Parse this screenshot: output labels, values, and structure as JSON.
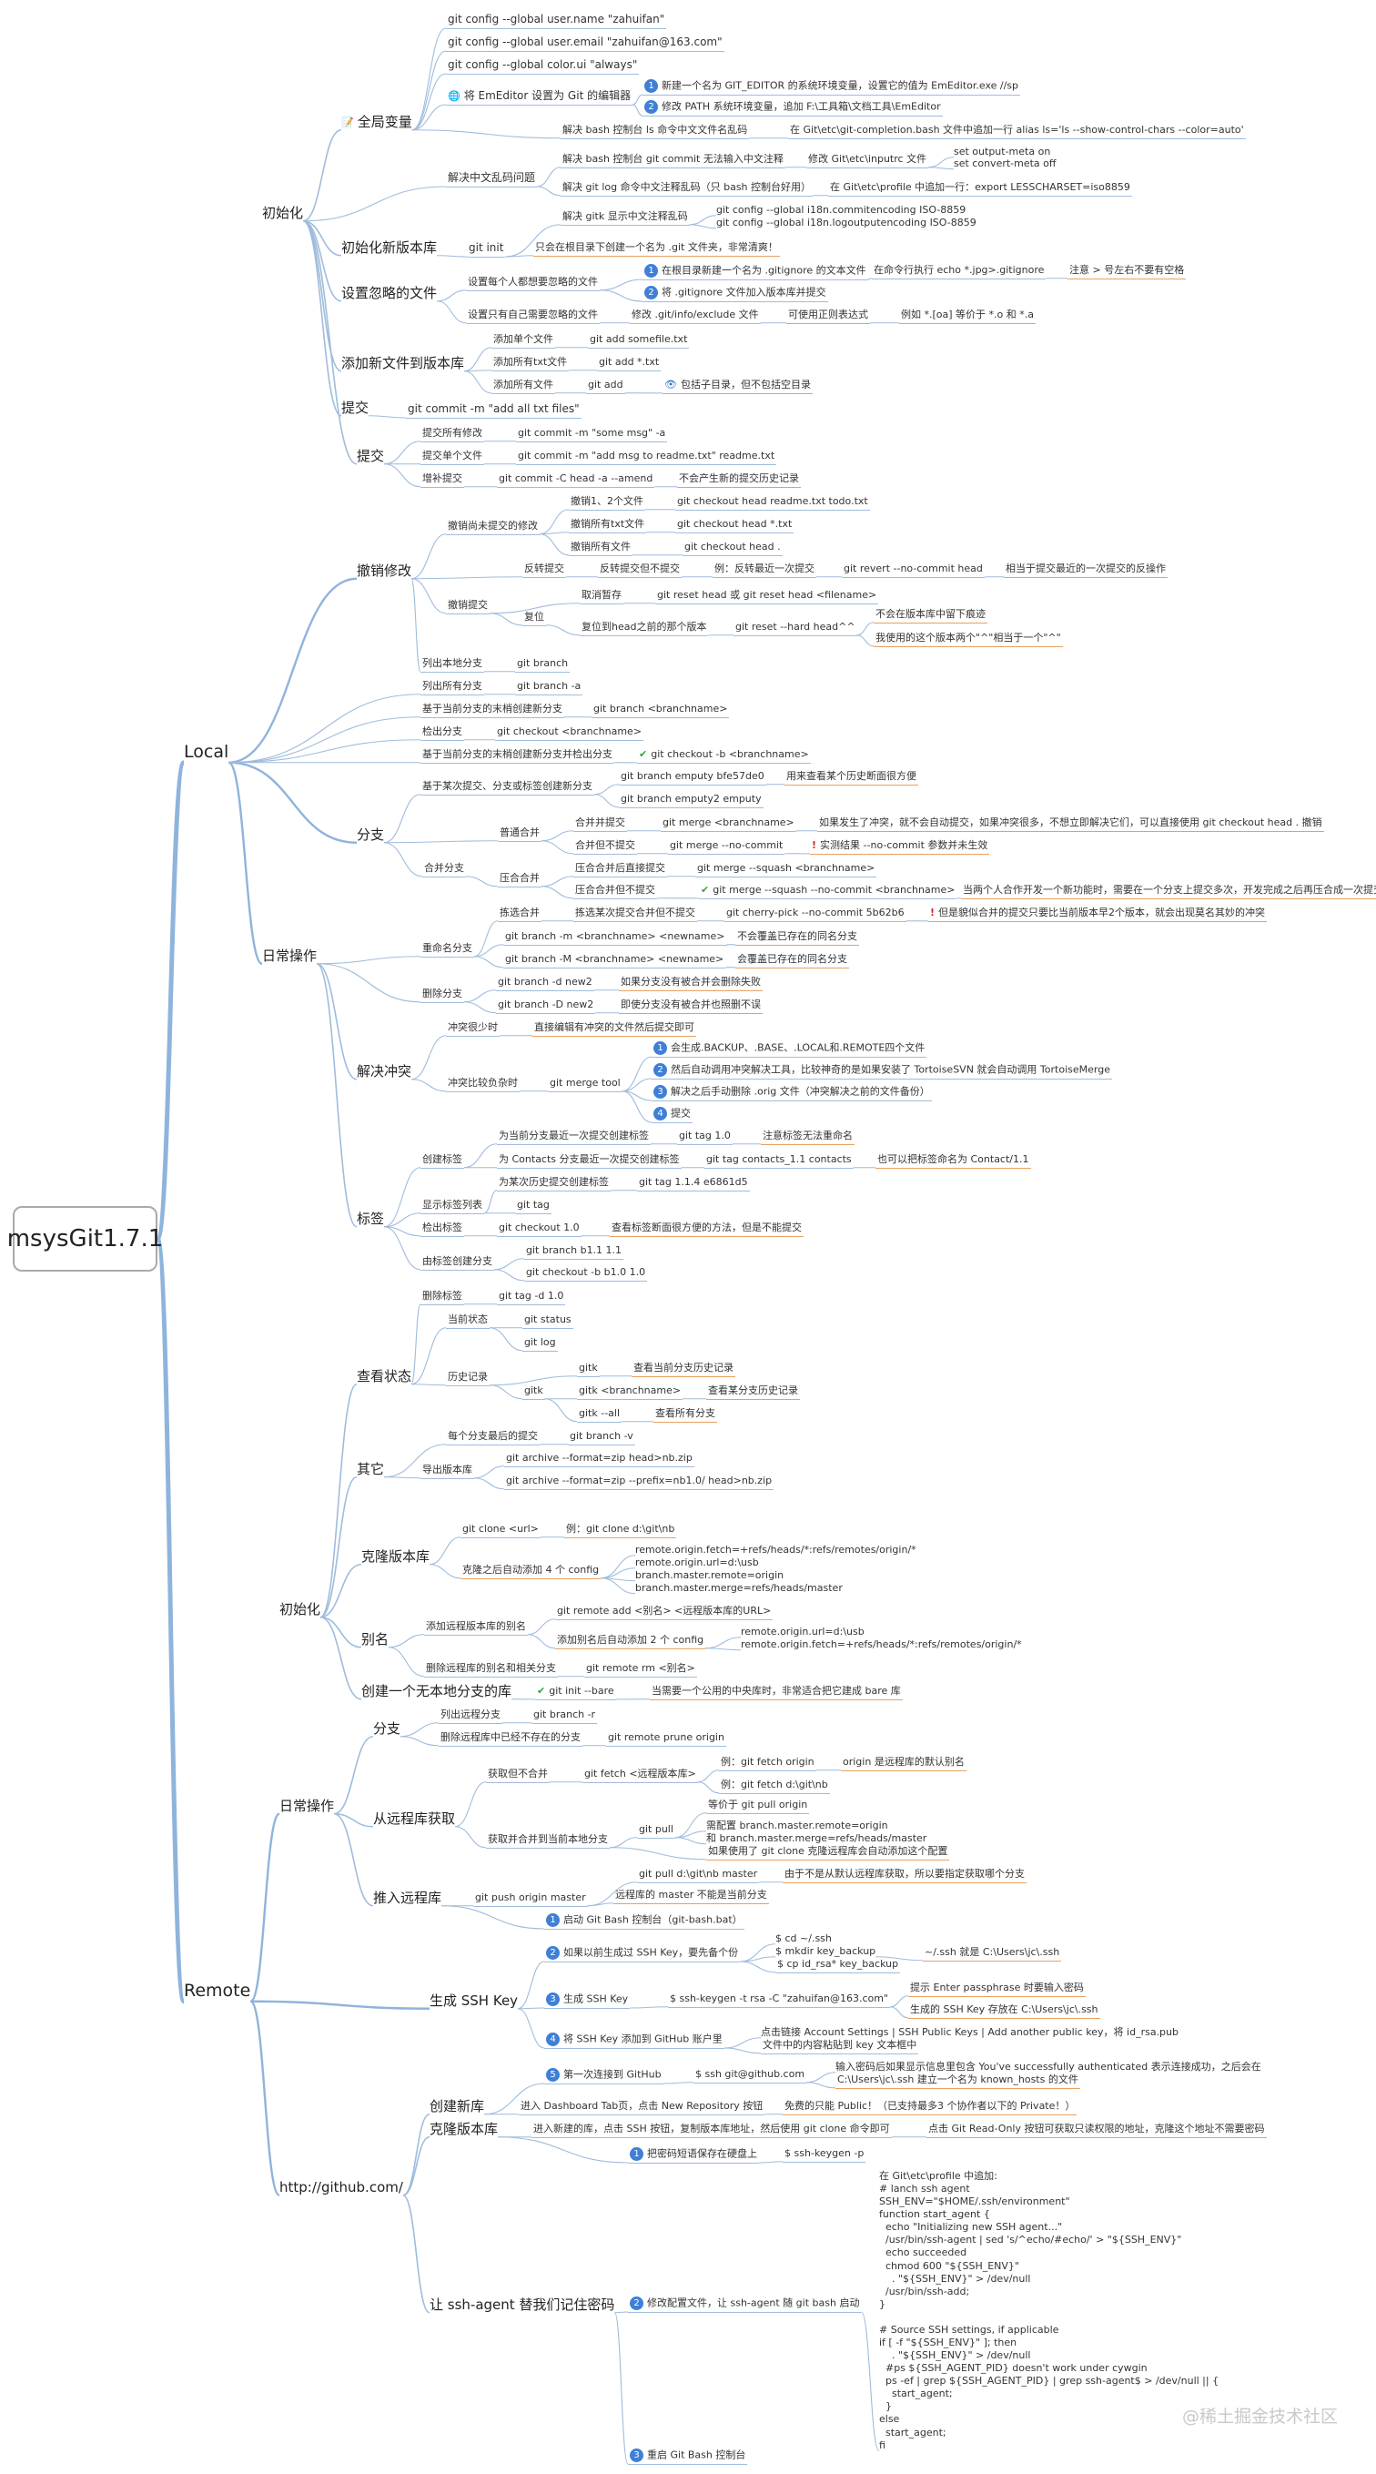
{
  "root": "msysGit1.7.1",
  "top": {
    "local": "Local",
    "remote": "Remote"
  },
  "cat": {
    "init": "初始化",
    "daily": "日常操作",
    "rinit": "初始化",
    "rdaily": "日常操作",
    "github": "http://github.com/"
  },
  "sec": {
    "global": "全局变量",
    "initrepo": "初始化新版本库",
    "ignore": "设置忽略的文件",
    "addfile": "添加新文件到版本库",
    "commit": "提交",
    "dcommit": "提交",
    "undo": "撤销修改",
    "branch": "分支",
    "conflict": "解决冲突",
    "tag": "标签",
    "status": "查看状态",
    "other": "其它",
    "clone": "克隆版本库",
    "alias": "别名",
    "newremote": "创建一个无本地分支的库",
    "rbranch": "分支",
    "fetch": "从远程库获取",
    "push": "推入远程库",
    "sshkey": "生成 SSH Key",
    "newrepo": "创建新库",
    "ghclone": "克隆版本库",
    "sshagent": "让 ssh-agent 替我们记住密码"
  },
  "t": {
    "g1": "git config --global user.name \"zahuifan\"",
    "g2": "git config --global user.email \"zahuifan@163.com\"",
    "g3": "git config --global color.ui \"always\"",
    "g4": "将 EmEditor 设置为 Git 的编辑器",
    "g4a": "新建一个名为 GIT_EDITOR 的系统环境变量，设置它的值为 EmEditor.exe //sp",
    "g4b": "修改 PATH 系统环境变量，追加 F:\\工具箱\\文档工具\\EmEditor",
    "g5": "解决中文乱码问题",
    "g5a": "解决 bash 控制台 ls 命令中文文件名乱码",
    "g5a1": "在 Git\\etc\\git-completion.bash 文件中追加一行 alias ls='ls --show-control-chars --color=auto'",
    "g5b": "解决 bash 控制台 git commit 无法输入中文注释",
    "g5b1": "修改 Git\\etc\\inputrc 文件",
    "g5b2": "set output-meta on",
    "g5b3": "set convert-meta off",
    "g5c": "解决 git log 命令中文注释乱码（只 bash 控制台好用）",
    "g5c1": "在 Git\\etc\\profile 中追加一行：export LESSCHARSET=iso8859",
    "g5d": "解决 gitk 显示中文注释乱码",
    "g5d1": "git config --global i18n.commitencoding ISO-8859",
    "g5d2": "git config --global i18n.logoutputencoding ISO-8859",
    "i1": "git init",
    "i1a": "只会在根目录下创建一个名为 .git 文件夹，非常清爽！",
    "ig1": "设置每个人都想要忽略的文件",
    "ig1a": "在根目录新建一个名为 .gitignore 的文本文件",
    "ig1a1": "在命令行执行  echo *.jpg>.gitignore",
    "ig1a2": "注意 > 号左右不要有空格",
    "ig1b": "将 .gitignore 文件加入版本库并提交",
    "ig2": "设置只有自己需要忽略的文件",
    "ig2a": "修改 .git/info/exclude 文件",
    "ig2b": "可使用正则表达式",
    "ig2c": "例如 *.[oa] 等价于 *.o 和 *.a",
    "a1": "添加单个文件",
    "a1a": "git add somefile.txt",
    "a2": "添加所有txt文件",
    "a2a": "git add *.txt",
    "a3": "添加所有文件",
    "a3a": "git add",
    "a3b": "包括子目录，但不包括空目录",
    "c1": "git commit -m \"add all txt files\"",
    "d1": "提交所有修改",
    "d1a": "git commit -m \"some msg\" -a",
    "d2": "提交单个文件",
    "d2a": "git commit -m \"add msg to readme.txt\" readme.txt",
    "d3": "增补提交",
    "d3a": "git commit -C head -a --amend",
    "d3b": "不会产生新的提交历史记录",
    "u1": "撤销尚未提交的修改",
    "u1a": "撤销1、2个文件",
    "u1a1": "git checkout head readme.txt todo.txt",
    "u1b": "撤销所有txt文件",
    "u1b1": "git checkout head *.txt",
    "u1c": "撤销所有文件",
    "u1c1": "git checkout head .",
    "u2": "撤销提交",
    "u2a": "反转提交",
    "u2a1": "反转提交但不提交",
    "u2a2": "例：反转最近一次提交",
    "u2a3": "git revert --no-commit head",
    "u2a4": "相当于提交最近的一次提交的反操作",
    "u2b": "复位",
    "u2b1": "取消暂存",
    "u2b2": "git reset head 或 git reset head <filename>",
    "u2b3": "复位到head之前的那个版本",
    "u2b4": "git reset --hard head^^",
    "u2b5": "不会在版本库中留下痕迹",
    "u2b6": "我使用的这个版本两个\"^\"相当于一个\"^\"",
    "b1": "列出本地分支",
    "b1a": "git branch",
    "b2": "列出所有分支",
    "b2a": "git branch -a",
    "b3": "基于当前分支的末梢创建新分支",
    "b3a": "git branch <branchname>",
    "b4": "检出分支",
    "b4a": "git checkout <branchname>",
    "b5": "基于当前分支的末梢创建新分支并检出分支",
    "b5a": "git checkout -b <branchname>",
    "b6": "基于某次提交、分支或标签创建新分支",
    "b6a": "git branch emputy bfe57de0",
    "b6b": "用来查看某个历史断面很方便",
    "b6c": "git branch emputy2 emputy",
    "m": "合并分支",
    "m1": "普通合并",
    "m1a": "合并并提交",
    "m1a1": "git merge <branchname>",
    "m1a2": "如果发生了冲突，就不会自动提交，如果冲突很多，不想立即解决它们，可以直接使用 git checkout head . 撤销",
    "m1b": "合并但不提交",
    "m1b1": "git merge --no-commit",
    "m1b2": "实测结果 --no-commit 参数并未生效",
    "m2": "压合合并",
    "m2a": "压合合并后直接提交",
    "m2a1": "git merge --squash <branchname>",
    "m2b": "压合合并但不提交",
    "m2b1": "git merge --squash --no-commit <branchname>",
    "m2b2": "当两个人合作开发一个新功能时，需要在一个分支上提交多次，开发完成之后再压合成一次提交",
    "m3": "拣选合并",
    "m3a": "拣选某次提交合并但不提交",
    "m3b": "git cherry-pick --no-commit 5b62b6",
    "m3c": "但是貌似合并的提交只要比当前版本早2个版本，就会出现莫名其妙的冲突",
    "r1": "重命名分支",
    "r1a": "git branch -m <branchname> <newname>",
    "r1b": "不会覆盖已存在的同名分支",
    "r1c": "git branch -M <branchname> <newname>",
    "r1d": "会覆盖已存在的同名分支",
    "r2": "删除分支",
    "r2a": "git branch -d new2",
    "r2b": "如果分支没有被合并会删除失败",
    "r2c": "git branch -D new2",
    "r2d": "即使分支没有被合并也照删不误",
    "cf1": "冲突很少时",
    "cf1a": "直接编辑有冲突的文件然后提交即可",
    "cf2": "冲突比较负杂时",
    "cf2a": "git merge tool",
    "cf2a1": "会生成.BACKUP、.BASE、.LOCAL和.REMOTE四个文件",
    "cf2a2": "然后自动调用冲突解决工具，比较神奇的是如果安装了 TortoiseSVN 就会自动调用 TortoiseMerge",
    "cf2a3": "解决之后手动删除 .orig 文件（冲突解决之前的文件备份）",
    "cf2a4": "提交",
    "tg1": "创建标签",
    "tg1a": "为当前分支最近一次提交创建标签",
    "tg1a1": "git tag 1.0",
    "tg1a2": "注意标签无法重命名",
    "tg1b": "为 Contacts 分支最近一次提交创建标签",
    "tg1b1": "git tag contacts_1.1 contacts",
    "tg1b2": "也可以把标签命名为 Contact/1.1",
    "tg1c": "为某次历史提交创建标签",
    "tg1c1": "git tag 1.1.4 e6861d5",
    "tg2": "显示标签列表",
    "tg2a": "git tag",
    "tg3": "检出标签",
    "tg3a": "git checkout 1.0",
    "tg3b": "查看标签断面很方便的方法，但是不能提交",
    "tg4": "由标签创建分支",
    "tg4a": "git branch b1.1 1.1",
    "tg4b": "git checkout -b b1.0 1.0",
    "tg5": "删除标签",
    "tg5a": "git tag -d 1.0",
    "s1": "当前状态",
    "s1a": "git status",
    "s2": "历史记录",
    "s2a": "git log",
    "s2b": "gitk",
    "s2b1": "gitk",
    "s2b1a": "查看当前分支历史记录",
    "s2b2": "gitk <branchname>",
    "s2b2a": "查看某分支历史记录",
    "s2b3": "gitk --all",
    "s2b3a": "查看所有分支",
    "s3": "每个分支最后的提交",
    "s3a": "git branch -v",
    "o1": "导出版本库",
    "o1a": "git archive --format=zip head>nb.zip",
    "o1b": "git archive --format=zip --prefix=nb1.0/ head>nb.zip",
    "rc1": "git clone <url>",
    "rc1a": "例：git clone d:\\git\\nb",
    "rc2": "克隆之后自动添加 4 个 config",
    "rc2a": "remote.origin.fetch=+refs/heads/*:refs/remotes/origin/*",
    "rc2b": "remote.origin.url=d:\\usb",
    "rc2c": "branch.master.remote=origin",
    "rc2d": "branch.master.merge=refs/heads/master",
    "al1": "添加远程版本库的别名",
    "al1a": "git remote add <别名> <远程版本库的URL>",
    "al1b": "添加别名后自动添加 2 个 config",
    "al1b1": "remote.origin.url=d:\\usb",
    "al1b2": "remote.origin.fetch=+refs/heads/*:refs/remotes/origin/*",
    "al2": "删除远程库的别名和相关分支",
    "al2a": "git remote rm <别名>",
    "nr1": "git init --bare",
    "nr1a": "当需要一个公用的中央库时，非常适合把它建成 bare 库",
    "rb1": "列出远程分支",
    "rb1a": "git branch -r",
    "rb2": "删除远程库中已经不存在的分支",
    "rb2a": "git remote prune origin",
    "f1": "获取但不合并",
    "f1a": "git fetch <远程版本库>",
    "f1a1": "例：git fetch origin",
    "f1a1b": "origin 是远程库的默认别名",
    "f1a2": "例：git fetch d:\\git\\nb",
    "f2": "获取并合并到当前本地分支",
    "f2a": "git pull",
    "f2a1": "等价于 git pull origin",
    "f2a2": "需配置 branch.master.remote=origin",
    "f2a3": "和 branch.master.merge=refs/heads/master",
    "f2a4": "如果使用了 git clone 克隆远程库会自动添加这个配置",
    "f2b": "git pull d:\\git\\nb master",
    "f2c": "由于不是从默认远程库获取，所以要指定获取哪个分支",
    "p1": "git push origin master",
    "p1a": "远程库的 master 不能是当前分支",
    "sk1": "启动 Git Bash 控制台（git-bash.bat）",
    "sk2": "如果以前生成过 SSH Key，要先备个份",
    "sk2a": "$ cd ~/.ssh",
    "sk2b": "$ mkdir key_backup",
    "sk2c": "$ cp id_rsa* key_backup",
    "sk2d": "~/.ssh 就是 C:\\Users\\jc\\.ssh",
    "sk3": "生成 SSH Key",
    "sk3a": "$ ssh-keygen -t rsa -C \"zahuifan@163.com\"",
    "sk3b": "提示 Enter passphrase 时要输入密码",
    "sk3c": "生成的 SSH Key 存放在 C:\\Users\\jc\\.ssh",
    "sk4": "将 SSH Key 添加到 GitHub 账户里",
    "sk4a": "点击链接 Account Settings | SSH Public Keys | Add another public key，将 id_rsa.pub",
    "sk4b": "文件中的内容粘贴到 key 文本框中",
    "sk5": "第一次连接到 GitHub",
    "sk5a": "$ ssh git@github.com",
    "sk5b": "输入密码后如果显示信息里包含 You've successfully authenticated 表示连接成功，之后会在",
    "sk5c": "C:\\Users\\jc\\.ssh 建立一个名为 known_hosts 的文件",
    "nw1": "进入 Dashboard Tab页，点击 New Repository 按钮",
    "nw2": "免费的只能 Public！（已支持最多3 个协作者以下的 Private！）",
    "gc1": "进入新建的库，点击 SSH 按钮，复制版本库地址，然后使用 git clone 命令即可",
    "gc2": "点击 Git Read-Only 按钮可获取只读权限的地址，克隆这个地址不需要密码",
    "sa1": "把密码短语保存在硬盘上",
    "sa1a": "$ ssh-keygen -p",
    "sa2": "修改配置文件，让 ssh-agent 随 git bash 启动",
    "sa3": "重启 Git Bash 控制台",
    "code": "在 Git\\etc\\profile 中追加:\n# lanch ssh agent\nSSH_ENV=\"$HOME/.ssh/environment\"\nfunction start_agent {\n  echo \"Initializing new SSH agent...\"\n  /usr/bin/ssh-agent | sed 's/^echo/#echo/' > \"${SSH_ENV}\"\n  echo succeeded\n  chmod 600 \"${SSH_ENV}\"\n    . \"${SSH_ENV}\" > /dev/null\n  /usr/bin/ssh-add;\n}\n\n# Source SSH settings, if applicable\nif [ -f \"${SSH_ENV}\" ]; then\n    . \"${SSH_ENV}\" > /dev/null\n  #ps ${SSH_AGENT_PID} doesn't work under cywgin\n  ps -ef | grep ${SSH_AGENT_PID} | grep ssh-agent$ > /dev/null || {\n    start_agent;\n  }\nelse\n  start_agent;\nfi"
  },
  "watermark": "@稀土掘金技术社区",
  "colors": {
    "line": "#9fbcdc",
    "trunk": "#8fb4dc",
    "note_line": "#e8a060",
    "badge": "#3f7fd6"
  }
}
